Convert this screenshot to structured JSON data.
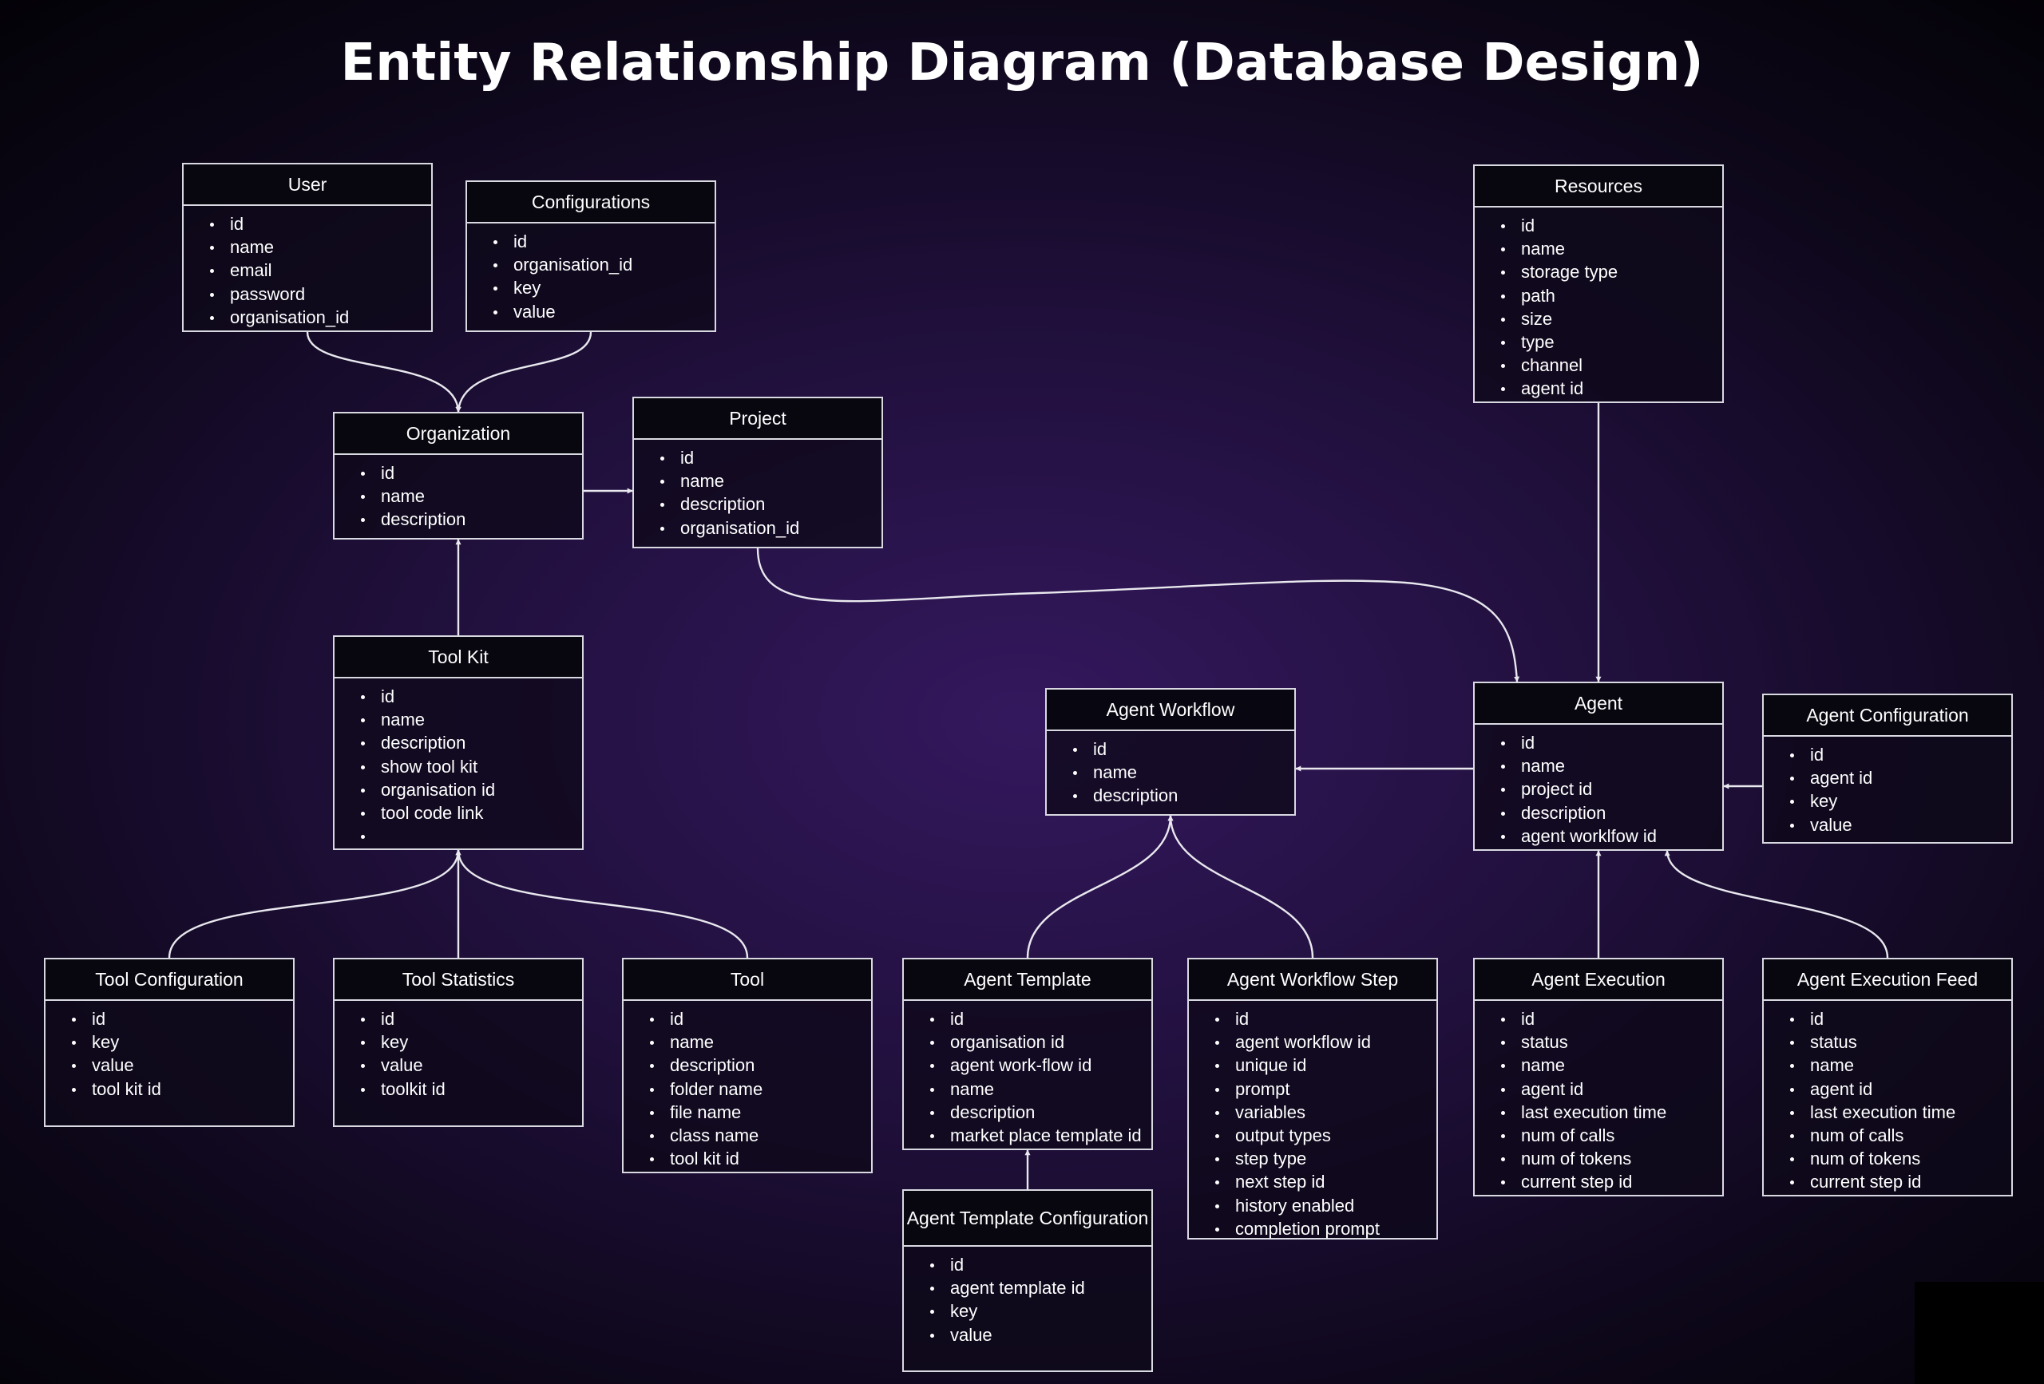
{
  "title": "Entity Relationship Diagram (Database Design)",
  "entities": [
    {
      "id": "user",
      "name": "User",
      "fields": [
        "id",
        "name",
        "email",
        "password",
        "organisation_id"
      ]
    },
    {
      "id": "configurations",
      "name": "Configurations",
      "fields": [
        "id",
        "organisation_id",
        "key",
        "value"
      ]
    },
    {
      "id": "organization",
      "name": "Organization",
      "fields": [
        "id",
        "name",
        "description"
      ]
    },
    {
      "id": "project",
      "name": "Project",
      "fields": [
        "id",
        "name",
        "description",
        "organisation_id"
      ]
    },
    {
      "id": "resources",
      "name": "Resources",
      "fields": [
        "id",
        "name",
        "storage type",
        "path",
        "size",
        "type",
        "channel",
        "agent id"
      ]
    },
    {
      "id": "tool_kit",
      "name": "Tool Kit",
      "fields": [
        "id",
        "name",
        "description",
        "show tool kit",
        "organisation id",
        "tool code link",
        ""
      ]
    },
    {
      "id": "agent_workflow",
      "name": "Agent Workflow",
      "fields": [
        "id",
        "name",
        "description"
      ]
    },
    {
      "id": "agent",
      "name": "Agent",
      "fields": [
        "id",
        "name",
        "project id",
        "description",
        "agent worklfow id"
      ]
    },
    {
      "id": "agent_configuration",
      "name": "Agent Configuration",
      "fields": [
        "id",
        "agent id",
        "key",
        "value"
      ]
    },
    {
      "id": "tool_configuration",
      "name": "Tool Configuration",
      "fields": [
        "id",
        "key",
        "value",
        "tool kit id"
      ]
    },
    {
      "id": "tool_statistics",
      "name": "Tool Statistics",
      "fields": [
        "id",
        "key",
        "value",
        "toolkit id"
      ]
    },
    {
      "id": "tool",
      "name": "Tool",
      "fields": [
        "id",
        "name",
        "description",
        "folder name",
        "file name",
        "class name",
        "tool kit id"
      ]
    },
    {
      "id": "agent_template",
      "name": "Agent Template",
      "fields": [
        "id",
        "organisation id",
        "agent work-flow id",
        "name",
        "description",
        "market place template id"
      ]
    },
    {
      "id": "agent_workflow_step",
      "name": "Agent Workflow Step",
      "fields": [
        "id",
        "agent workflow id",
        "unique id",
        "prompt",
        "variables",
        "output types",
        "step type",
        "next step id",
        "history enabled",
        "completion prompt"
      ]
    },
    {
      "id": "agent_execution",
      "name": "Agent Execution",
      "fields": [
        "id",
        "status",
        "name",
        "agent id",
        "last execution time",
        "num of calls",
        "num of tokens",
        "current step id"
      ]
    },
    {
      "id": "agent_execution_feed",
      "name": "Agent Execution Feed",
      "fields": [
        "id",
        "status",
        "name",
        "agent id",
        "last execution time",
        "num of calls",
        "num of tokens",
        "current step id"
      ]
    },
    {
      "id": "agent_template_configuration",
      "name": "Agent Template Configuration",
      "fields": [
        "id",
        "agent template id",
        "key",
        "value"
      ]
    }
  ],
  "relationships": [
    {
      "from": "user",
      "to": "organization"
    },
    {
      "from": "configurations",
      "to": "organization"
    },
    {
      "from": "organization",
      "to": "project"
    },
    {
      "from": "tool_kit",
      "to": "organization"
    },
    {
      "from": "project",
      "to": "agent"
    },
    {
      "from": "resources",
      "to": "agent"
    },
    {
      "from": "agent",
      "to": "agent_workflow"
    },
    {
      "from": "agent_configuration",
      "to": "agent"
    },
    {
      "from": "tool_configuration",
      "to": "tool_kit"
    },
    {
      "from": "tool_statistics",
      "to": "tool_kit"
    },
    {
      "from": "tool",
      "to": "tool_kit"
    },
    {
      "from": "agent_template",
      "to": "agent_workflow"
    },
    {
      "from": "agent_workflow_step",
      "to": "agent_workflow"
    },
    {
      "from": "agent_execution",
      "to": "agent"
    },
    {
      "from": "agent_execution_feed",
      "to": "agent"
    },
    {
      "from": "agent_template_configuration",
      "to": "agent_template"
    }
  ]
}
